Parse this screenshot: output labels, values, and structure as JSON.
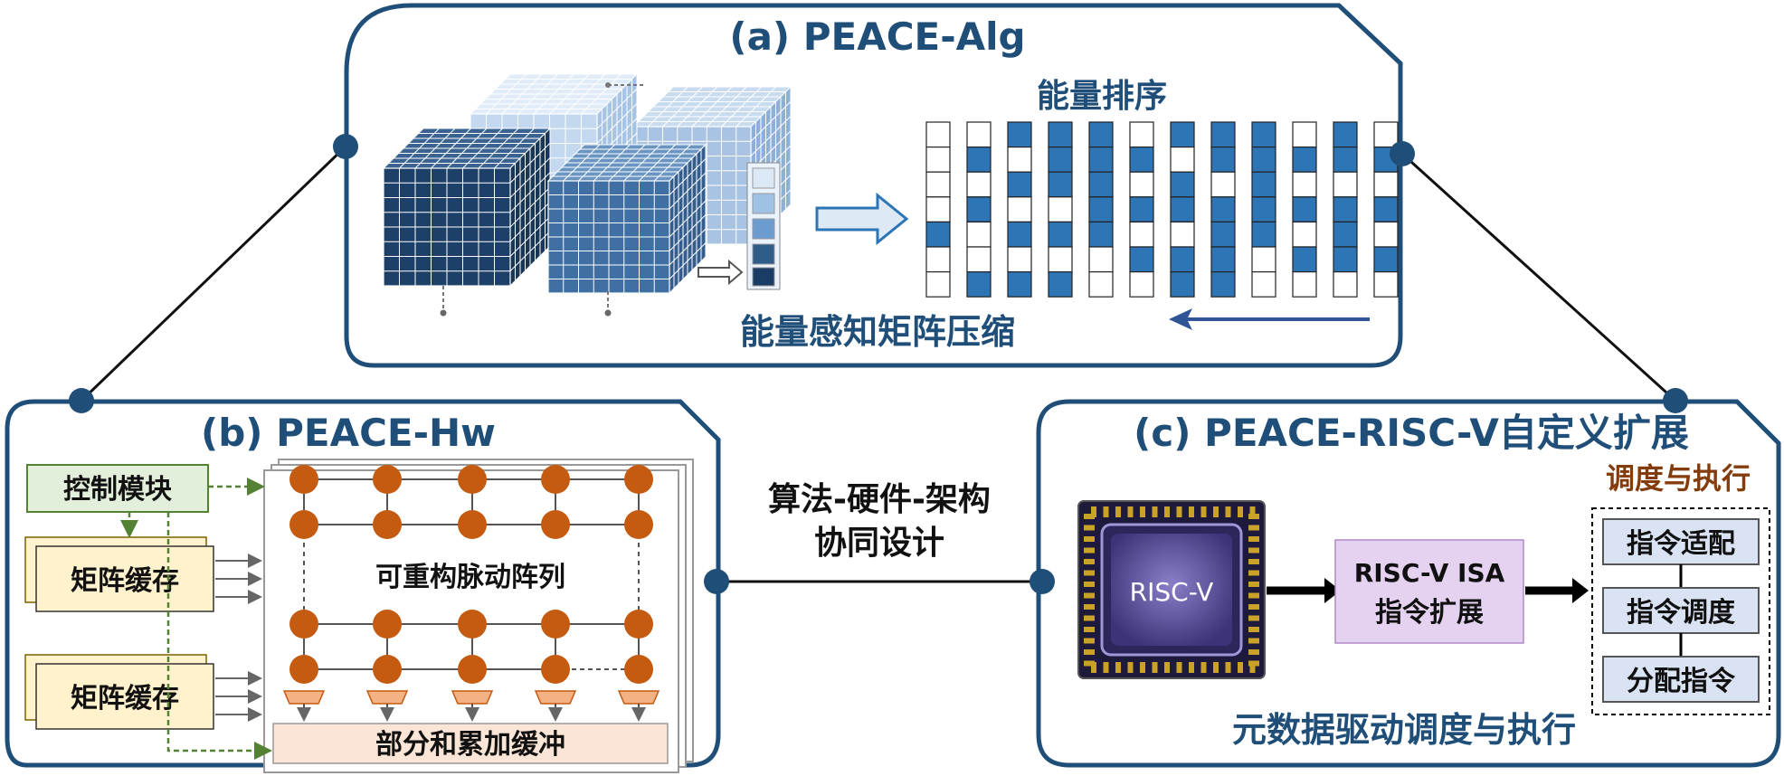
{
  "panel_a": {
    "title": "(a) PEACE-Alg",
    "sort_label": "能量排序",
    "compress_label": "能量感知矩阵压缩"
  },
  "panel_b": {
    "title": "(b) PEACE-Hw",
    "control_module": "控制模块",
    "matrix_buffer_1": "矩阵缓存",
    "matrix_buffer_2": "矩阵缓存",
    "array_label": "可重构脉动阵列",
    "accum_buffer": "部分和累加缓冲"
  },
  "center": {
    "line1": "算法-硬件-架构",
    "line2": "协同设计"
  },
  "panel_c": {
    "title": "(c) PEACE-RISC-V自定义扩展",
    "chip_label": "RISC-V",
    "isa_line1": "RISC-V ISA",
    "isa_line2": "指令扩展",
    "exec_title": "调度与执行",
    "step1": "指令适配",
    "step2": "指令调度",
    "step3": "分配指令",
    "bottom_label": "元数据驱动调度与执行"
  },
  "colors": {
    "border": "#1f4e79",
    "accent": "#2e75b6",
    "pe_orange": "#c55a11",
    "control_green": "#e2efda",
    "buffer_yellow": "#fff2cc",
    "accum_peach": "#fbe5d6",
    "isa_purple": "#e4d2f0",
    "exec_title_color": "#843c0c"
  }
}
